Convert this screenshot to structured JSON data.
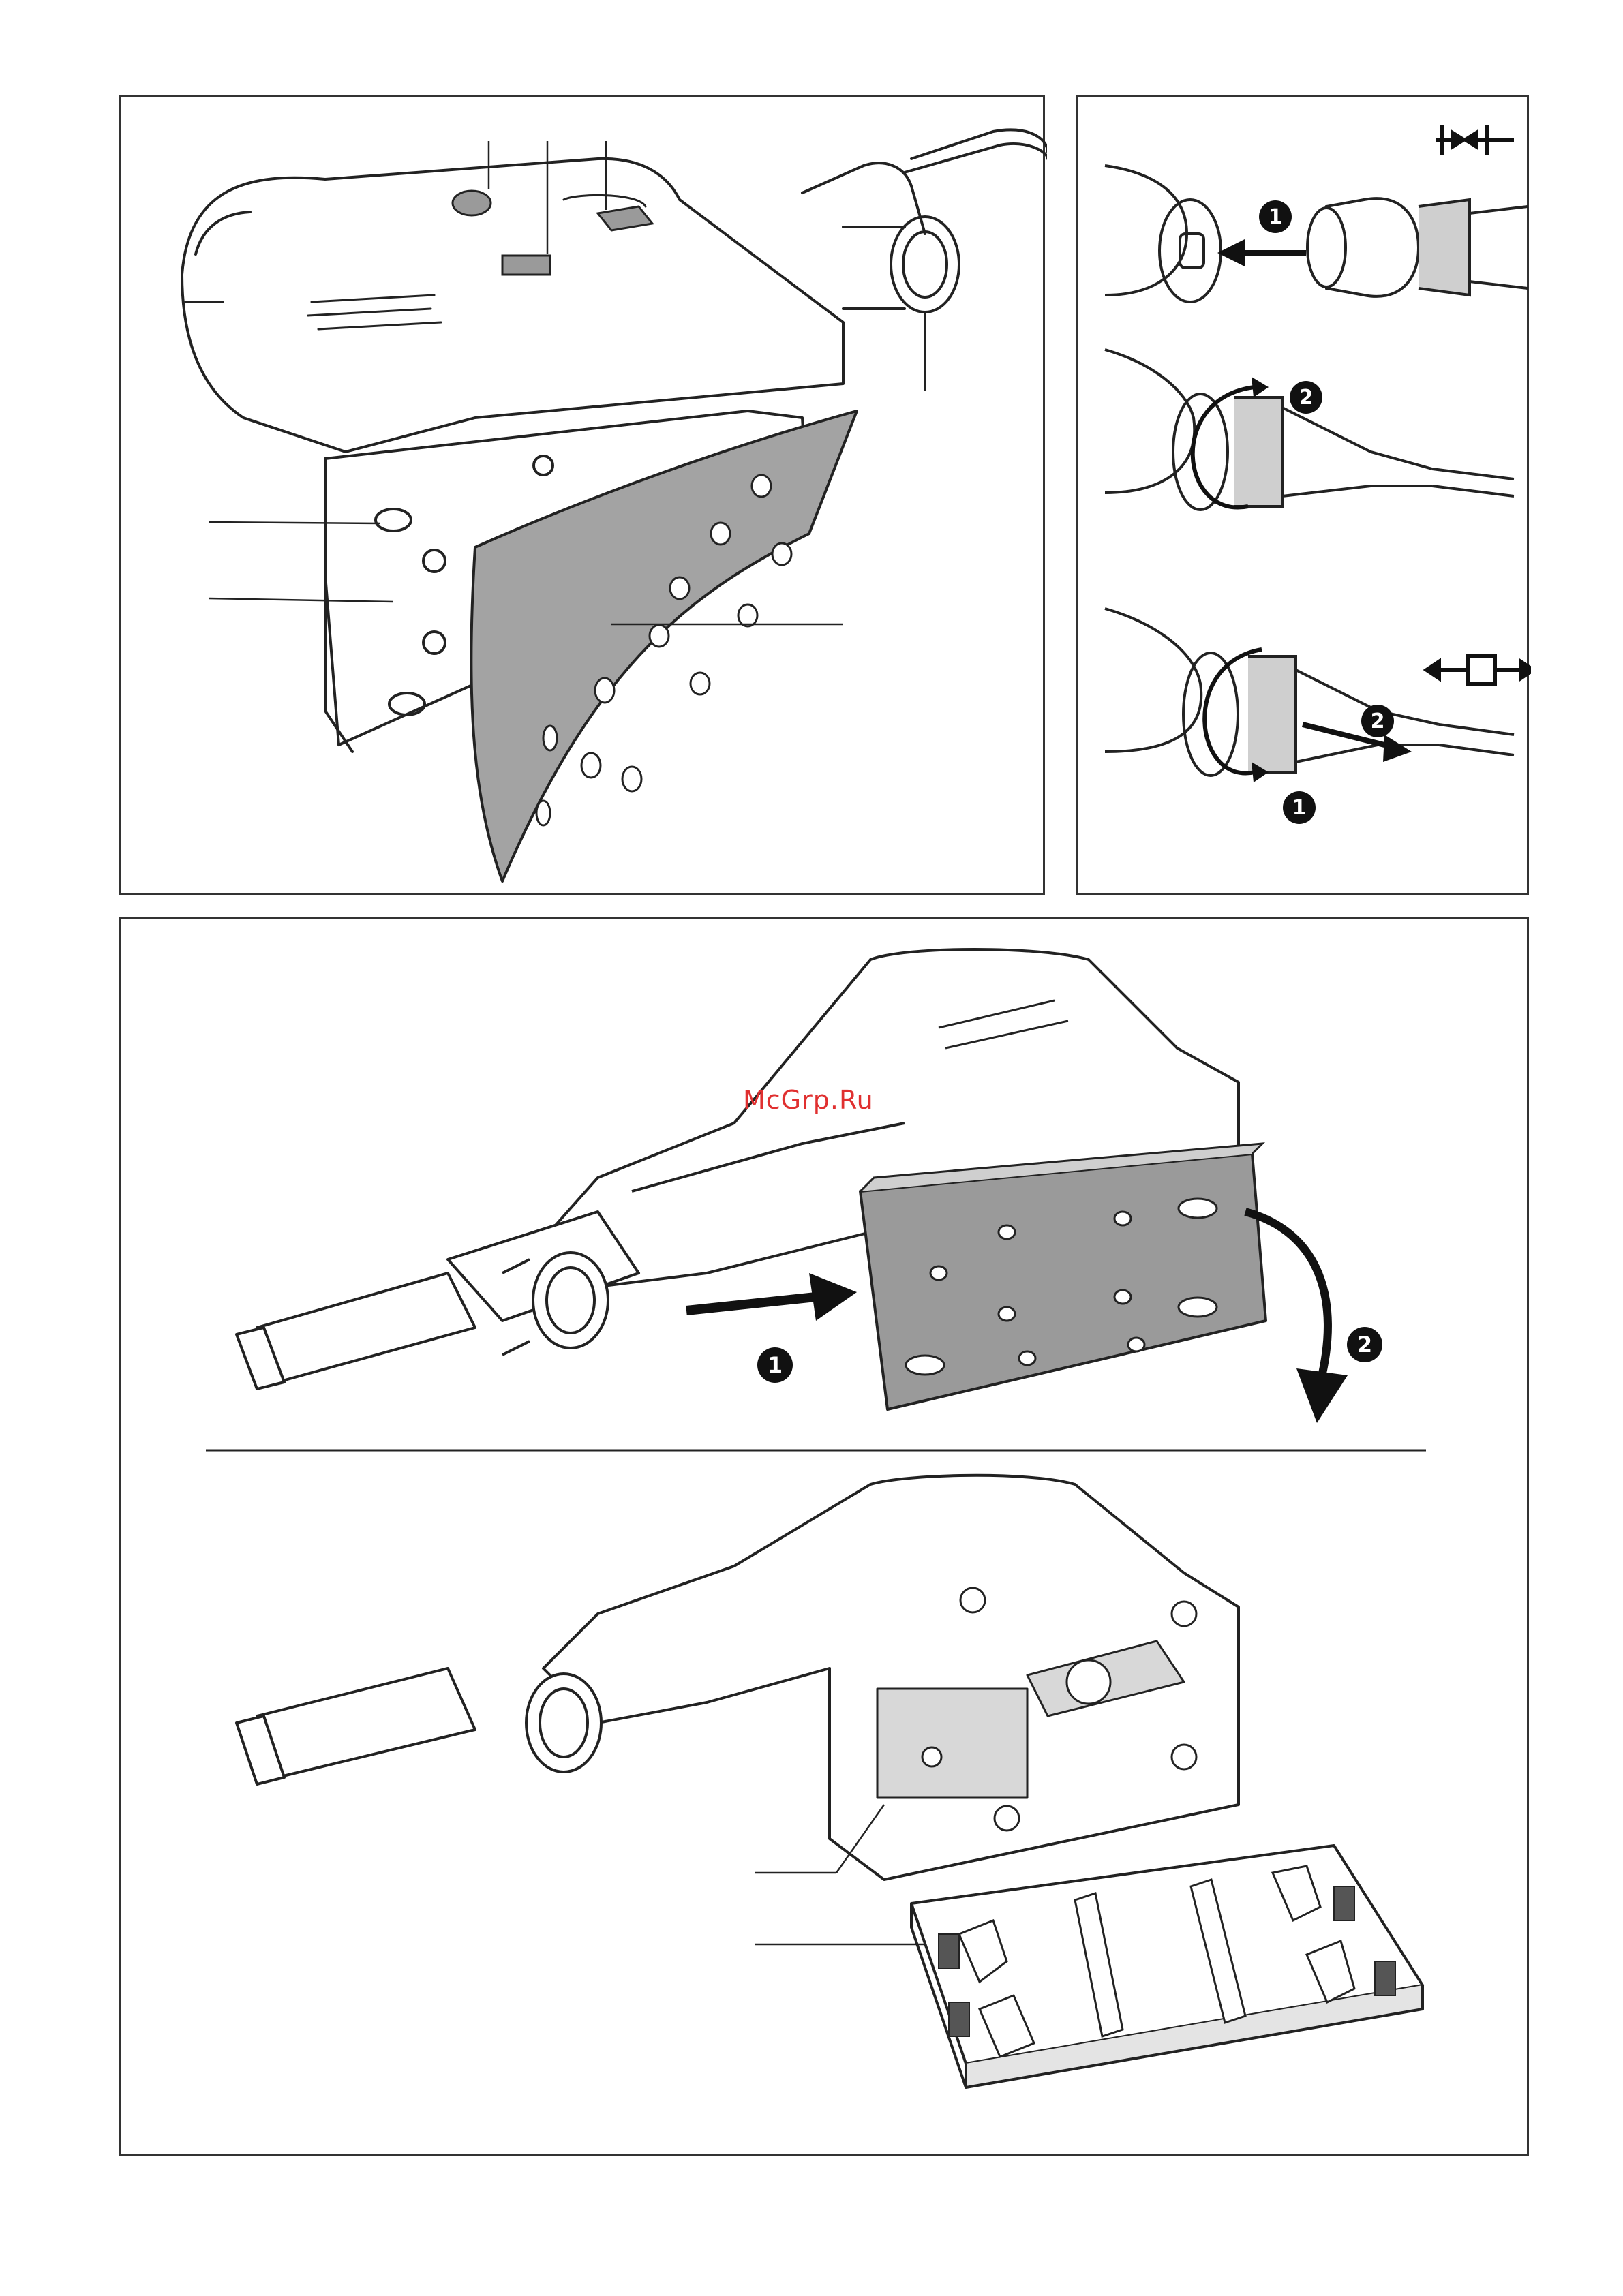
{
  "watermark": "McGrp.Ru",
  "steps": {
    "one": "1",
    "two": "2"
  },
  "icons": {
    "connect": "connect-plug-icon",
    "disconnect": "disconnect-plug-icon"
  },
  "colors": {
    "line": "#222222",
    "pad_gray": "#9a9a9a",
    "light_gray": "#c8c8c8",
    "watermark": "#e03030"
  }
}
